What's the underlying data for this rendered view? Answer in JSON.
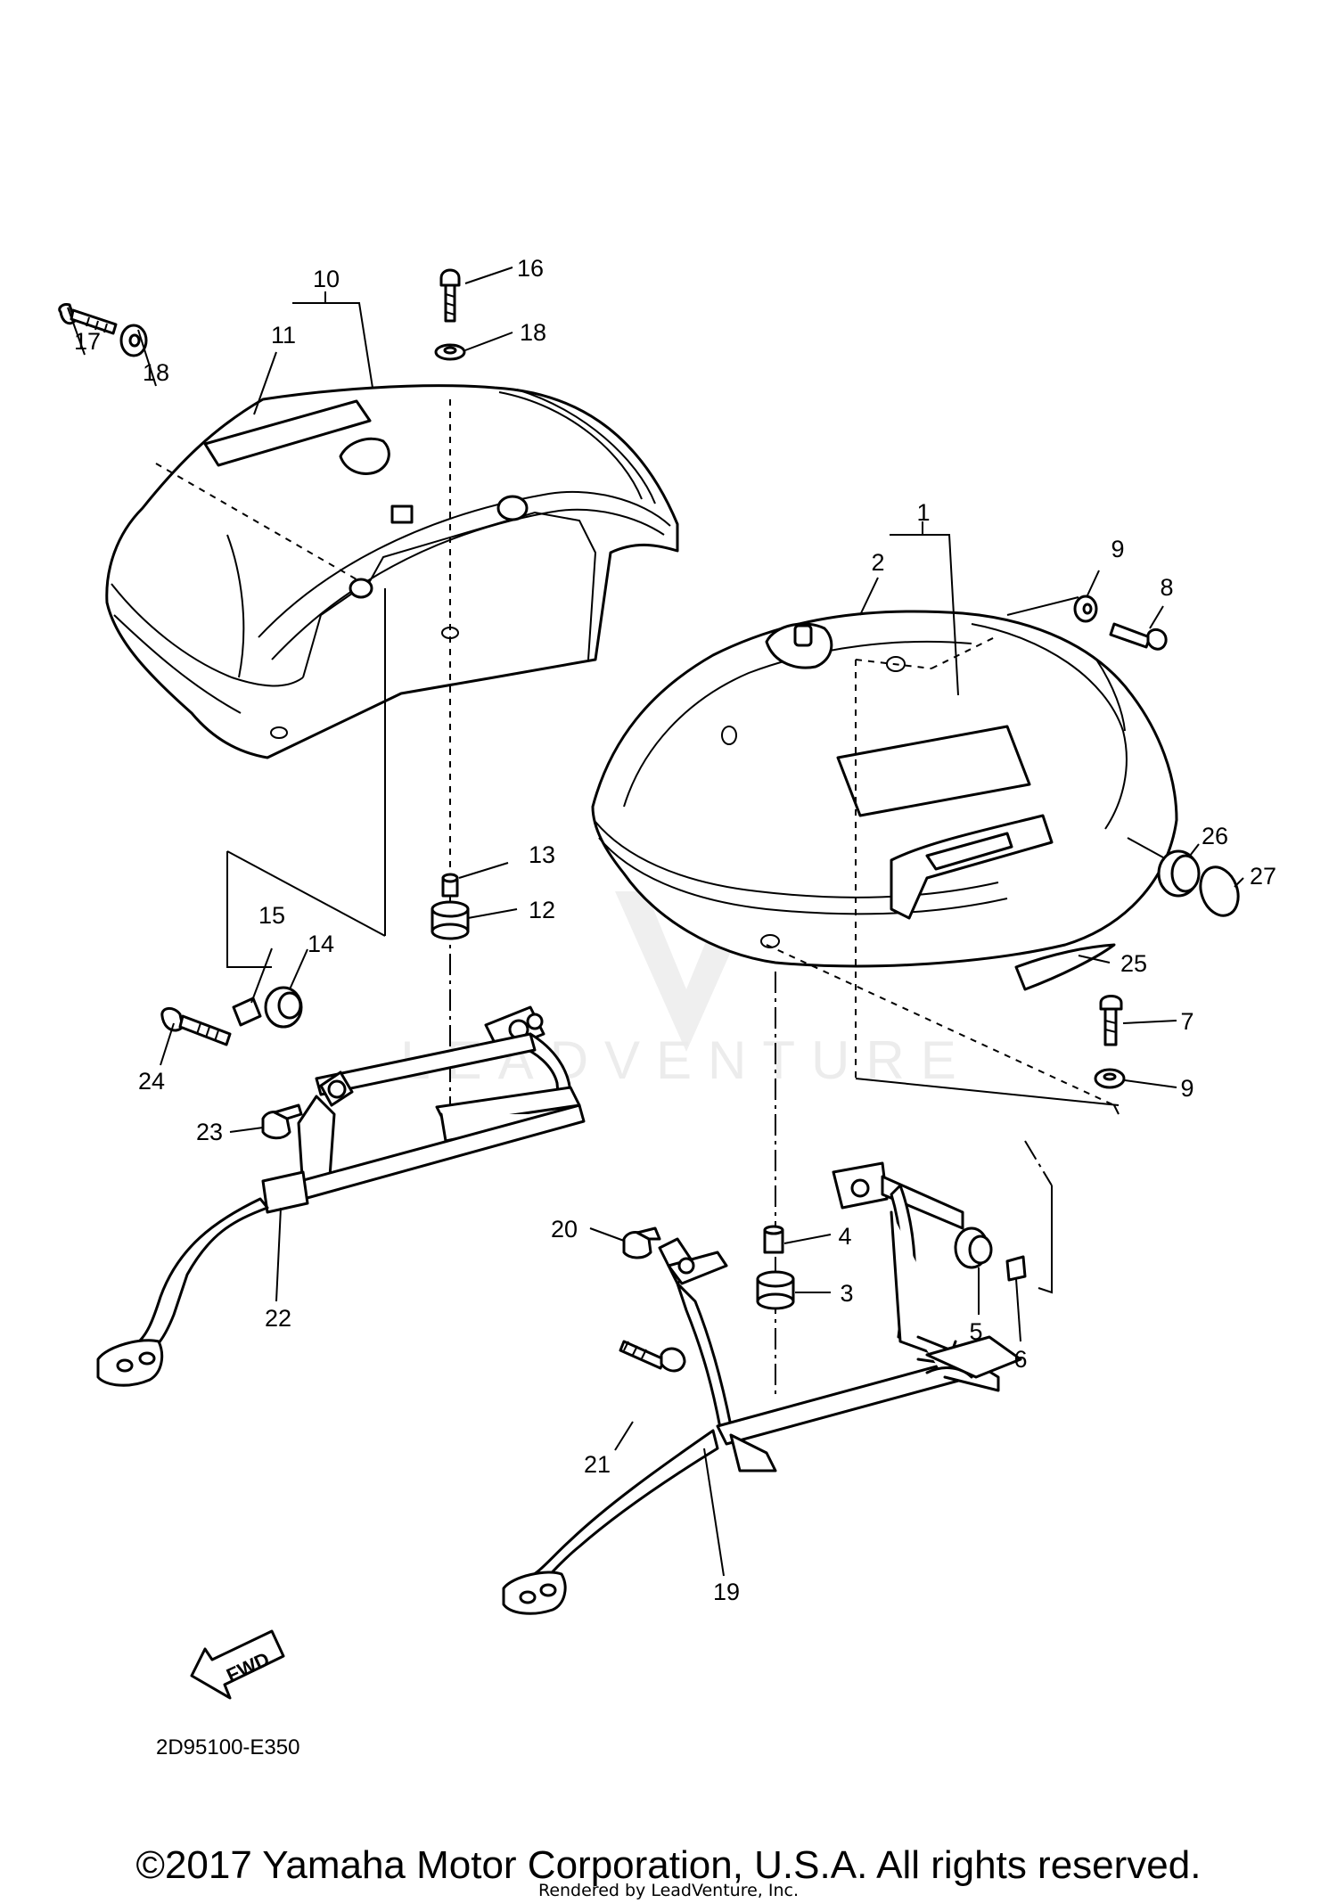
{
  "diagram": {
    "part_code": "2D95100-E350",
    "forward_marker": "FWD",
    "watermark": "LEADVENTURE",
    "callouts": {
      "c1": "1",
      "c2": "2",
      "c3": "3",
      "c4": "4",
      "c5": "5",
      "c6": "6",
      "c7": "7",
      "c8": "8",
      "c9a": "9",
      "c9b": "9",
      "c10": "10",
      "c11": "11",
      "c12": "12",
      "c13": "13",
      "c14": "14",
      "c15": "15",
      "c16": "16",
      "c17": "17",
      "c18a": "18",
      "c18b": "18",
      "c19": "19",
      "c20": "20",
      "c21": "21",
      "c22": "22",
      "c23": "23",
      "c24": "24",
      "c25": "25",
      "c26": "26",
      "c27": "27"
    }
  },
  "footer": {
    "copyright": "©2017 Yamaha Motor Corporation, U.S.A. All rights reserved.",
    "rendered_by": "Rendered by LeadVenture, Inc."
  }
}
